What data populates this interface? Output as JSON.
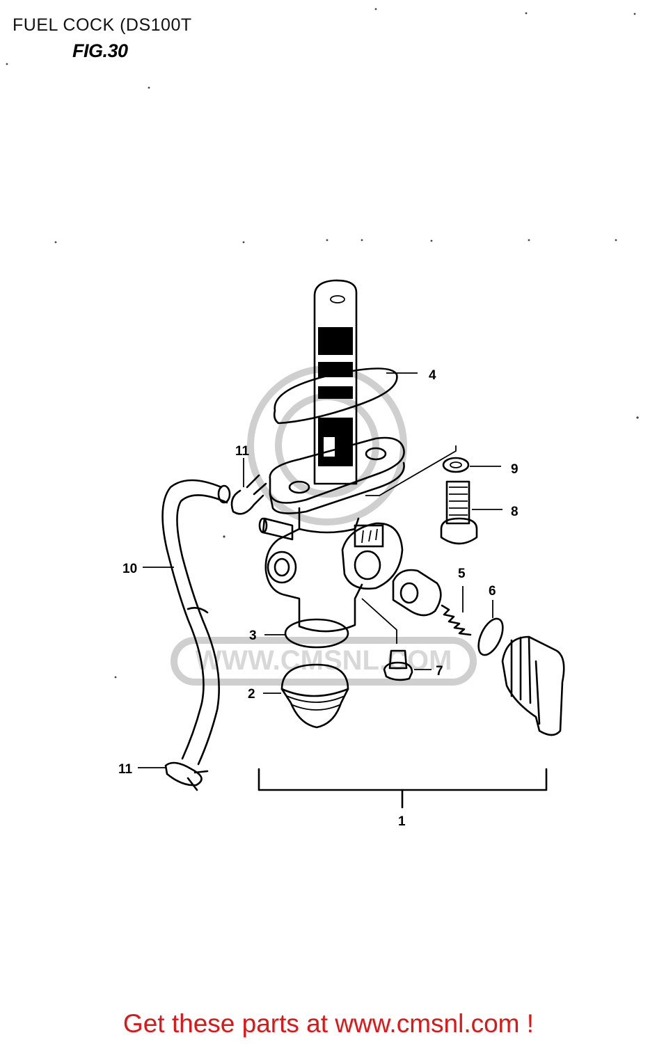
{
  "header": {
    "title": "FUEL COCK (DS100T",
    "figure": "FIG.30"
  },
  "watermark": {
    "text": "WWW.CMSNL.COM"
  },
  "callouts": [
    {
      "number": "1",
      "part": "fuel-cock-assembly"
    },
    {
      "number": "2",
      "part": "fuel-cup"
    },
    {
      "number": "3",
      "part": "o-ring"
    },
    {
      "number": "4",
      "part": "gasket"
    },
    {
      "number": "5",
      "part": "spring"
    },
    {
      "number": "6",
      "part": "washer"
    },
    {
      "number": "7",
      "part": "drain-screw"
    },
    {
      "number": "8",
      "part": "bolt"
    },
    {
      "number": "9",
      "part": "washer"
    },
    {
      "number": "10",
      "part": "hose"
    },
    {
      "number": "11",
      "part": "clamp"
    }
  ],
  "footer": {
    "cta": "Get these parts at www.cmsnl.com !"
  },
  "colors": {
    "cta": "#e01515",
    "ink": "#000000",
    "watermark": "#cfcfcf"
  }
}
